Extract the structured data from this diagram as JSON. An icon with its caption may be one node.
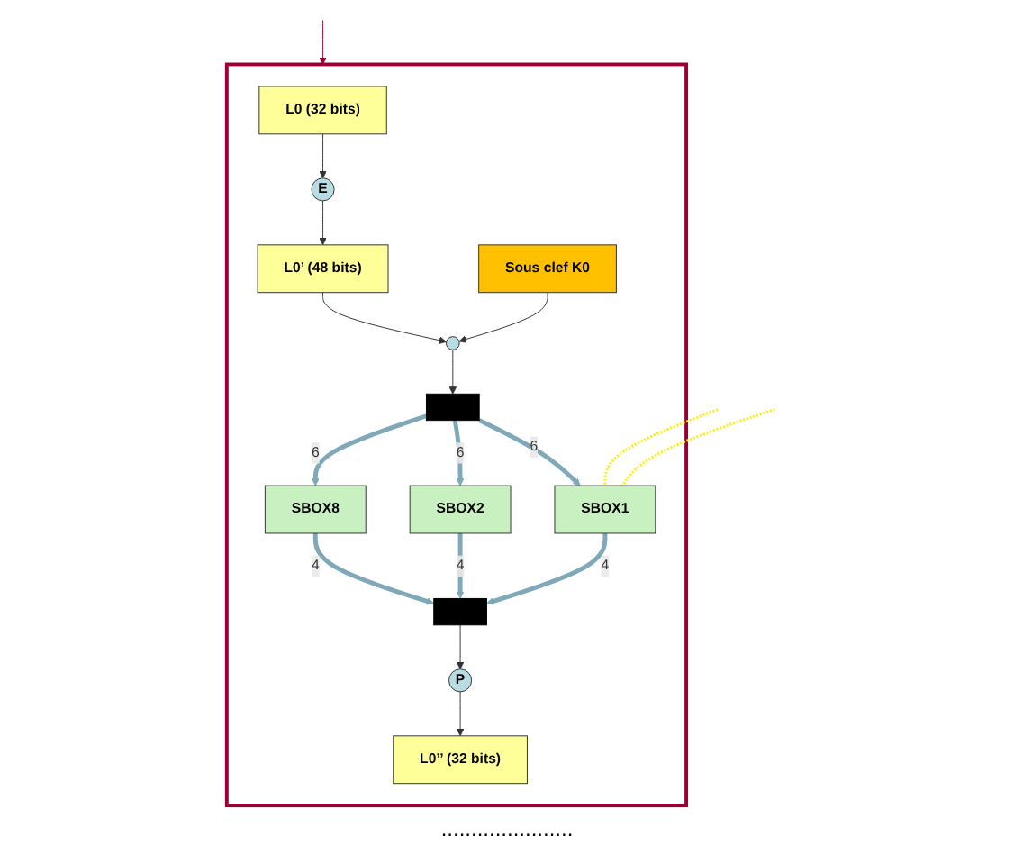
{
  "diagram": {
    "nodes": [
      {
        "text": [],
        "shape": "box"
      },
      {
        "text": [
          "L0 (32 bits)"
        ],
        "in": 0
      },
      {
        "text": [
          "E"
        ],
        "in": 0
      },
      {
        "text": [
          "L0’ (48 bits)"
        ],
        "in": 0
      },
      {
        "text": [],
        "shape": "circle",
        "in": 0
      },
      {
        "text": [
          "Sous clef K0"
        ],
        "in": 0
      },
      {
        "text": [],
        "shape": "bar",
        "in": 0
      },
      {
        "text": [
          "SBOX1"
        ],
        "in": 0
      },
      {
        "text": [
          "SBOX2"
        ],
        "in": 0
      },
      {
        "text": [
          "SBOX8"
        ],
        "in": 0
      },
      {
        "text": [],
        "shape": "bar",
        "in": 0
      },
      {
        "text": [
          "P"
        ],
        "in": 0
      },
      {
        "text": [
          "L0’’ (32 bits)"
        ],
        "in": 0
      }
    ],
    "edges": [
      {
        "from": null,
        "to": 0,
        "arrow": "to",
        "color": "#990033"
      },
      {
        "from": 1,
        "to": 2,
        "arrow": "to"
      },
      {
        "from": 2,
        "to": 3,
        "arrow": "to"
      },
      {
        "from": 3,
        "to": 4,
        "arrow": "to"
      },
      {
        "from": 5,
        "to": 4,
        "arrow": "to"
      },
      {
        "from": 4,
        "to": 6,
        "arrow": "to"
      },
      {
        "from": 6,
        "to": 7,
        "arrow": "to",
        "label": "6",
        "style": "thick",
        "color": "#7fa8b8"
      },
      {
        "from": 6,
        "to": 8,
        "arrow": "to",
        "label": "6",
        "style": "thick",
        "color": "#7fa8b8"
      },
      {
        "from": 6,
        "to": 9,
        "arrow": "to",
        "label": "6",
        "style": "thick",
        "color": "#7fa8b8"
      },
      {
        "from": 7,
        "to": 10,
        "arrow": "to",
        "label": "4",
        "style": "thick",
        "color": "#7fa8b8"
      },
      {
        "from": 8,
        "to": 10,
        "arrow": "to",
        "label": "4",
        "style": "thick",
        "color": "#7fa8b8"
      },
      {
        "from": 9,
        "to": 10,
        "arrow": "to",
        "label": "4",
        "style": "thick",
        "color": "#7fa8b8"
      },
      {
        "from": 10,
        "to": 11,
        "arrow": "to"
      },
      {
        "from": 11,
        "to": 12,
        "arrow": "to"
      },
      {
        "from": null,
        "to": 7,
        "arrow": "none",
        "style": "dashed",
        "color": "#ffee00"
      },
      {
        "from": null,
        "to": 7,
        "arrow": "none",
        "style": "dashed",
        "color": "#ffee00"
      }
    ],
    "labels": [
      "......................"
    ]
  }
}
